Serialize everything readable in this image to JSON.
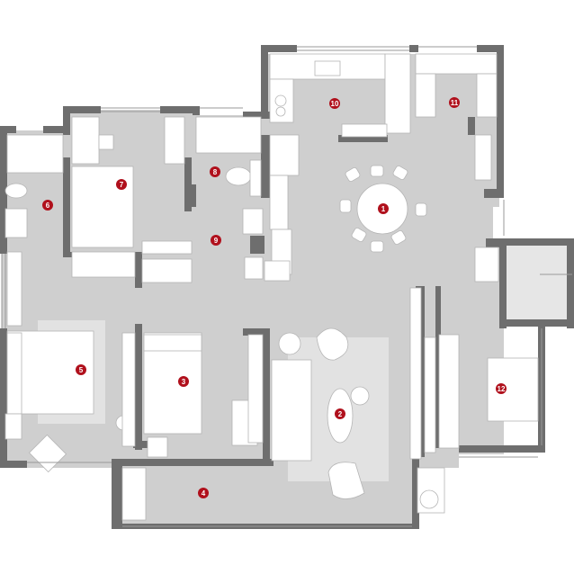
{
  "colors": {
    "floor": "#cfcfcf",
    "floor_light": "#e6e6e6",
    "wall": "#6e6e6e",
    "furniture": "#ffffff",
    "furniture_stroke": "#b5b5b5",
    "rug": "#e2e2e2",
    "marker": "#b0101c",
    "marker_text": "#ffffff"
  },
  "room_markers": [
    {
      "label": "1"
    },
    {
      "label": "2"
    },
    {
      "label": "3"
    },
    {
      "label": "4"
    },
    {
      "label": "5"
    },
    {
      "label": "6"
    },
    {
      "label": "7"
    },
    {
      "label": "8"
    },
    {
      "label": "9"
    },
    {
      "label": "10"
    },
    {
      "label": "11"
    },
    {
      "label": "12"
    }
  ]
}
